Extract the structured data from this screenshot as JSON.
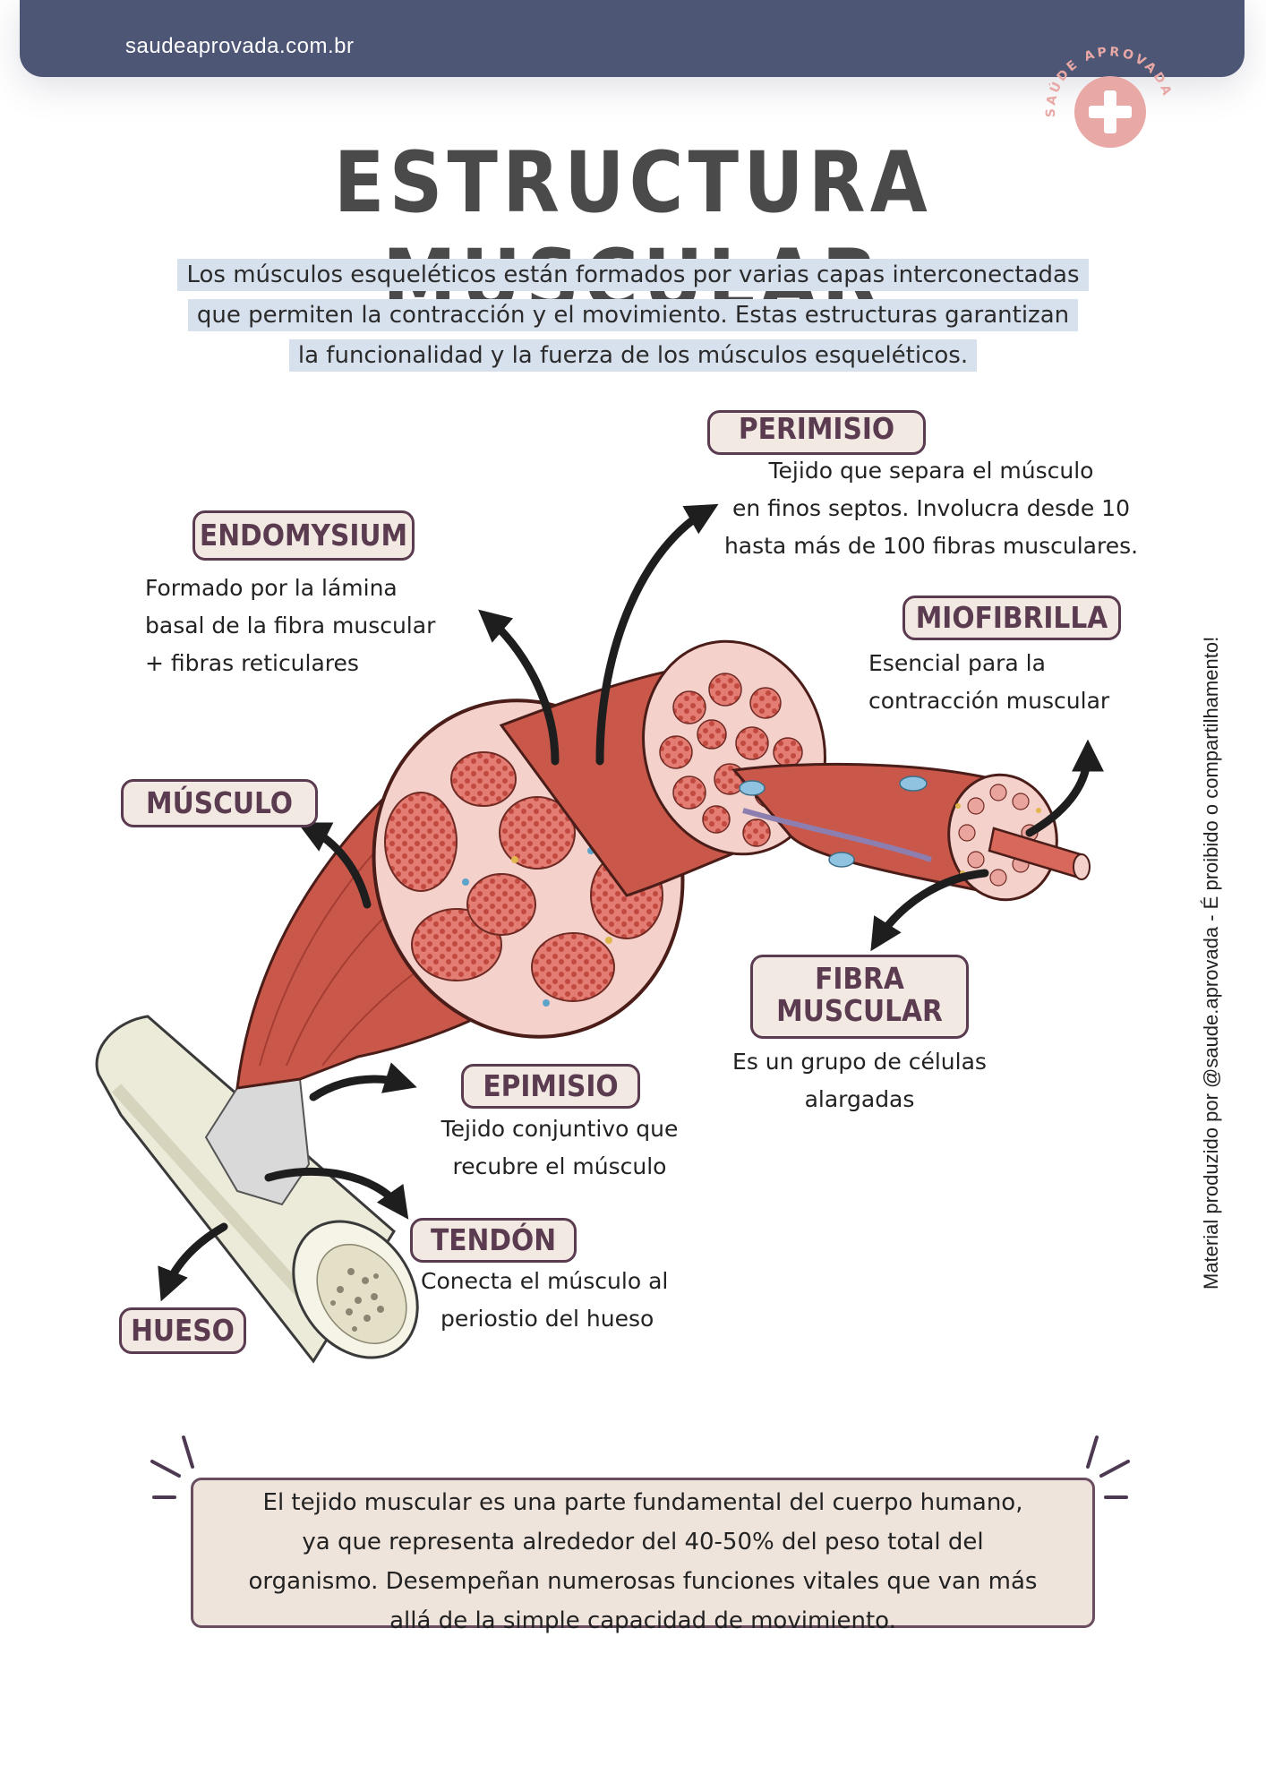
{
  "header": {
    "url": "saudeaprovada.com.br"
  },
  "logo": {
    "text": "SAÚDE APROVADA",
    "icon": "plus-icon",
    "color": "#e8a8a6"
  },
  "title": "ESTRUCTURA MUSCULAR",
  "intro": {
    "lines": [
      "Los músculos esqueléticos están formados por varias capas interconectadas",
      "que permiten la contracción y el movimiento. Estas estructuras garantizan",
      "la funcionalidad y la fuerza de los músculos esqueléticos."
    ]
  },
  "labels": {
    "perimisio": {
      "title": "PERIMISIO",
      "desc": [
        "Tejido que separa el músculo",
        "en finos septos. Involucra desde 10",
        "hasta más de 100 fibras musculares."
      ]
    },
    "endomysium": {
      "title": "ENDOMYSIUM",
      "desc": [
        "Formado por la lámina",
        "basal de la fibra muscular",
        "+ fibras reticulares"
      ]
    },
    "miofibrilla": {
      "title": "MIOFIBRILLA",
      "desc": [
        "Esencial para la",
        "contracción muscular"
      ]
    },
    "musculo": {
      "title": "MÚSCULO"
    },
    "fibra": {
      "title": [
        "FIBRA",
        "MUSCULAR"
      ],
      "desc": [
        "Es un grupo de células",
        "alargadas"
      ]
    },
    "epimisio": {
      "title": "EPIMISIO",
      "desc": [
        "Tejido conjuntivo que",
        "recubre el músculo"
      ]
    },
    "tendon": {
      "title": "TENDÓN",
      "desc": [
        "Conecta el músculo al",
        "periostio del hueso"
      ]
    },
    "hueso": {
      "title": "HUESO"
    }
  },
  "side_note": "Material produzido por @saude.aprovada - É proibido o compartilhamento!",
  "footer": {
    "lines": [
      "El tejido muscular es una parte fundamental del cuerpo humano,",
      "ya que representa alrededor del 40-50% del peso total del",
      "organismo. Desempeñan numerosas funciones vitales que van más",
      "allá de la simple capacidad de movimiento."
    ]
  },
  "colors": {
    "header": "#4d5675",
    "muscle": "#c9584b",
    "label_border": "#5b3b4f",
    "label_bg": "#f3e9e3",
    "intro_highlight": "#d7e1ee",
    "footer_bg": "#efe4dc"
  }
}
